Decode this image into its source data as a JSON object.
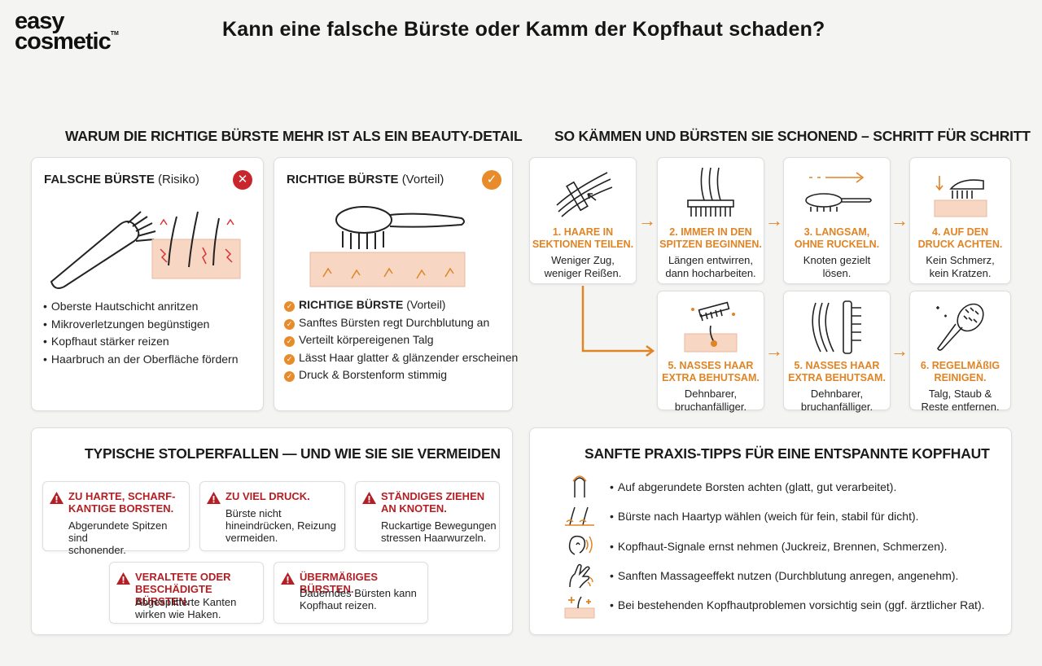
{
  "brand": {
    "line1": "easy",
    "line2": "cosmetic",
    "tm": "TM"
  },
  "title": "Kann eine falsche Bürste oder Kamm der Kopfhaut schaden?",
  "section_why": {
    "title": "WARUM DIE RICHTIGE BÜRSTE MEHR IST ALS EIN BEAUTY-DETAIL",
    "wrong": {
      "label": "FALSCHE BÜRSTE",
      "suffix": "(Risiko)",
      "icon": "cross-icon",
      "color": "#c8262c",
      "items": [
        "Oberste Hautschicht anritzen",
        "Mikroverletzungen begünstigen",
        "Kopfhaut stärker reizen",
        "Haarbruch an der Oberfläche fördern"
      ]
    },
    "right": {
      "label": "RICHTIGE BÜRSTE",
      "suffix": "(Vorteil)",
      "icon": "check-icon",
      "color": "#e88b2a",
      "items": [
        {
          "bold": "RICHTIGE BÜRSTE",
          "rest": "(Vorteil)"
        },
        {
          "bold": "",
          "rest": "Sanftes Bürsten regt Durchblutung an"
        },
        {
          "bold": "",
          "rest": "Verteilt körpereigenen Talg"
        },
        {
          "bold": "",
          "rest": "Lässt Haar glatter & glänzender erscheinen"
        },
        {
          "bold": "",
          "rest": "Druck & Borstenform stimmig"
        }
      ]
    }
  },
  "section_steps": {
    "title": "SO KÄMMEN UND BÜRSTEN SIE SCHONEND – SCHRITT FÜR SCHRITT",
    "accent": "#e08424",
    "steps": [
      {
        "title": "1. HAARE IN\nSEKTIONEN TEILEN.",
        "desc": "Weniger Zug,\nweniger Reißen.",
        "icon": "hair-clip-icon"
      },
      {
        "title": "2. IMMER IN DEN\nSPITZEN BEGINNEN.",
        "desc": "Längen entwirren,\ndann hocharbeiten.",
        "icon": "comb-ends-icon"
      },
      {
        "title": "3. LANGSAM,\nOHNE RUCKELN.",
        "desc": "Knoten gezielt\nlösen.",
        "icon": "brush-slow-icon"
      },
      {
        "title": "4. AUF DEN\nDRUCK ACHTEN.",
        "desc": "Kein Schmerz,\nkein Kratzen.",
        "icon": "pressure-icon"
      },
      {
        "title": "5. NASSES HAAR\nEXTRA BEHUTSAM.",
        "desc": "Dehnbarer,\nbruchanfälliger.",
        "icon": "wet-comb-icon"
      },
      {
        "title": "5. NASSES HAAR\nEXTRA BEHUTSAM.",
        "desc": "Dehnbarer,\nbruchanfälliger.",
        "icon": "wide-comb-icon"
      },
      {
        "title": "6. REGELMÄßIG\nREINIGEN.",
        "desc": "Talg, Staub &\nReste entfernen.",
        "icon": "clean-brush-icon"
      }
    ]
  },
  "section_pitfalls": {
    "title": "TYPISCHE STOLPERFALLEN — UND WIE SIE SIE VERMEIDEN",
    "warn_color": "#b31f24",
    "items": [
      {
        "title": "ZU HARTE, SCHARF-\nKANTIGE BORSTEN.",
        "desc": "Abgerundete Spitzen sind\nschonender."
      },
      {
        "title": "ZU VIEL DRUCK.",
        "desc": "Bürste nicht\nhineindrücken, Reizung\nvermeiden."
      },
      {
        "title": "STÄNDIGES ZIEHEN\nAN KNOTEN.",
        "desc": "Ruckartige Bewegungen\nstressen Haarwurzeln."
      },
      {
        "title": "VERALTETE ODER\nBESCHÄDIGTE BÜRSTEN.",
        "desc": "Abgesplitterte Kanten\nwirken wie Haken."
      },
      {
        "title": "ÜBERMÄßIGES BÜRSTEN.",
        "desc": "Dauerndes Bürsten kann\nKopfhaut reizen."
      }
    ]
  },
  "section_tips": {
    "title": "SANFTE PRAXIS-TIPPS FÜR EINE ENTSPANNTE KOPFHAUT",
    "items": [
      {
        "text": "Auf abgerundete Borsten achten (glatt, gut verarbeitet).",
        "icon": "bristle-tip-icon"
      },
      {
        "text": "Bürste nach Haartyp wählen (weich für fein, stabil für dicht).",
        "icon": "hair-type-icon"
      },
      {
        "text": "Kopfhaut-Signale ernst nehmen (Juckreiz, Brennen, Schmerzen).",
        "icon": "ear-signal-icon"
      },
      {
        "text": "Sanften Massageeffekt nutzen (Durchblutung anregen, angenehm).",
        "icon": "massage-hand-icon"
      },
      {
        "text": "Bei bestehenden Kopfhautproblemen vorsichtig sein (ggf. ärztlicher Rat).",
        "icon": "scalp-care-icon"
      }
    ]
  }
}
